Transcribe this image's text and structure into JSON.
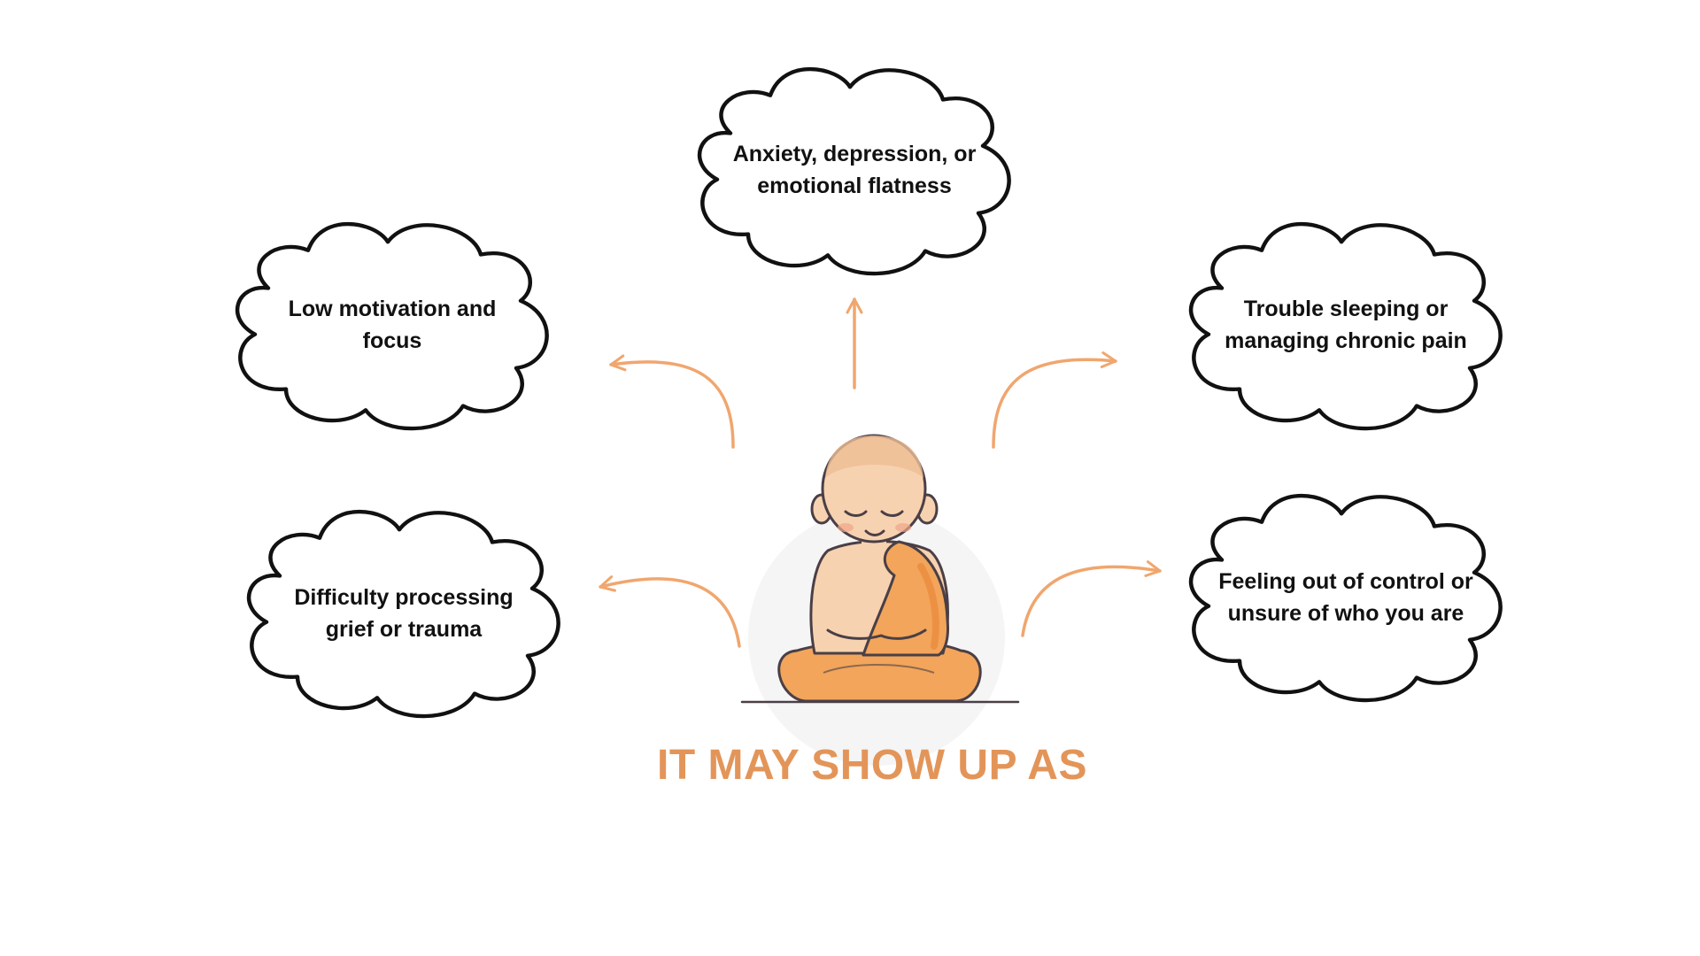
{
  "title": "IT MAY SHOW UP AS",
  "items": [
    {
      "id": "top",
      "line1": "Anxiety, depression, or",
      "line2": "emotional flatness"
    },
    {
      "id": "upper-left",
      "line1": "Low motivation and",
      "line2": "focus"
    },
    {
      "id": "upper-right",
      "line1": "Trouble sleeping or",
      "line2": "managing chronic pain"
    },
    {
      "id": "lower-left",
      "line1": "Difficulty processing",
      "line2": "grief or trauma"
    },
    {
      "id": "lower-right",
      "line1": "Feeling out of control or",
      "line2": "unsure of who you are"
    }
  ],
  "icons": {
    "center": "meditating-monk-icon",
    "cloud": "thought-cloud-icon",
    "arrow": "curved-arrow-icon"
  },
  "colors": {
    "accent": "#E39559",
    "arrow": "#F0A66E",
    "robe": "#F2A55B",
    "robe_dark": "#E9893A",
    "skin": "#F7D2B0",
    "outline": "#4A3F46",
    "cloud_stroke": "#111111",
    "halo": "#F4F4F4"
  }
}
